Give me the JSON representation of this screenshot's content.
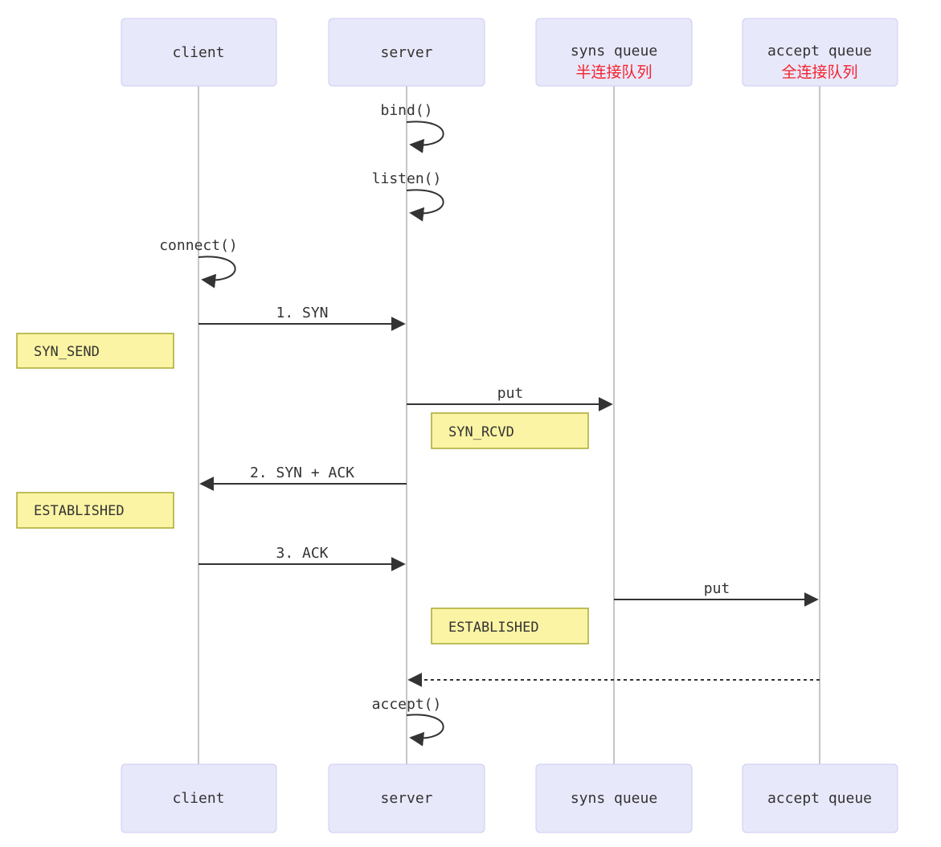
{
  "diagram": {
    "type": "sequence-diagram",
    "topic": "TCP three-way handshake with syn queue and accept queue"
  },
  "colors": {
    "background": "#ffffff",
    "actor_fill": "#e8e8fb",
    "actor_border": "#ccccf2",
    "note_fill": "#fbf4a4",
    "note_border": "#aaaa33",
    "arrow": "#333333",
    "lifeline": "#8c8c8c",
    "text": "#333333",
    "sublabel_red": "#f5222d"
  },
  "actors": {
    "client": {
      "label": "client"
    },
    "server": {
      "label": "server"
    },
    "syns_queue": {
      "label": "syns queue",
      "sublabel": "半连接队列"
    },
    "accept_queue": {
      "label": "accept queue",
      "sublabel": "全连接队列"
    }
  },
  "self_messages": {
    "bind": {
      "label": "bind()",
      "actor": "server"
    },
    "listen": {
      "label": "listen()",
      "actor": "server"
    },
    "connect": {
      "label": "connect()",
      "actor": "client"
    },
    "accept": {
      "label": "accept()",
      "actor": "server"
    }
  },
  "messages": {
    "syn": {
      "label": "1. SYN",
      "from": "client",
      "to": "server",
      "style": "solid"
    },
    "put1": {
      "label": "put",
      "from": "server",
      "to": "syns_queue",
      "style": "solid"
    },
    "syn_ack": {
      "label": "2. SYN + ACK",
      "from": "server",
      "to": "client",
      "style": "solid"
    },
    "ack": {
      "label": "3. ACK",
      "from": "client",
      "to": "server",
      "style": "solid"
    },
    "put2": {
      "label": "put",
      "from": "syns_queue",
      "to": "accept_queue",
      "style": "solid"
    },
    "return": {
      "label": "",
      "from": "accept_queue",
      "to": "server",
      "style": "dashed"
    }
  },
  "notes": {
    "syn_send": {
      "label": "SYN_SEND",
      "position": "left of client"
    },
    "syn_rcvd": {
      "label": "SYN_RCVD",
      "position": "between server and syns queue"
    },
    "established_client": {
      "label": "ESTABLISHED",
      "position": "left of client"
    },
    "established_server": {
      "label": "ESTABLISHED",
      "position": "between server and syns queue"
    }
  }
}
